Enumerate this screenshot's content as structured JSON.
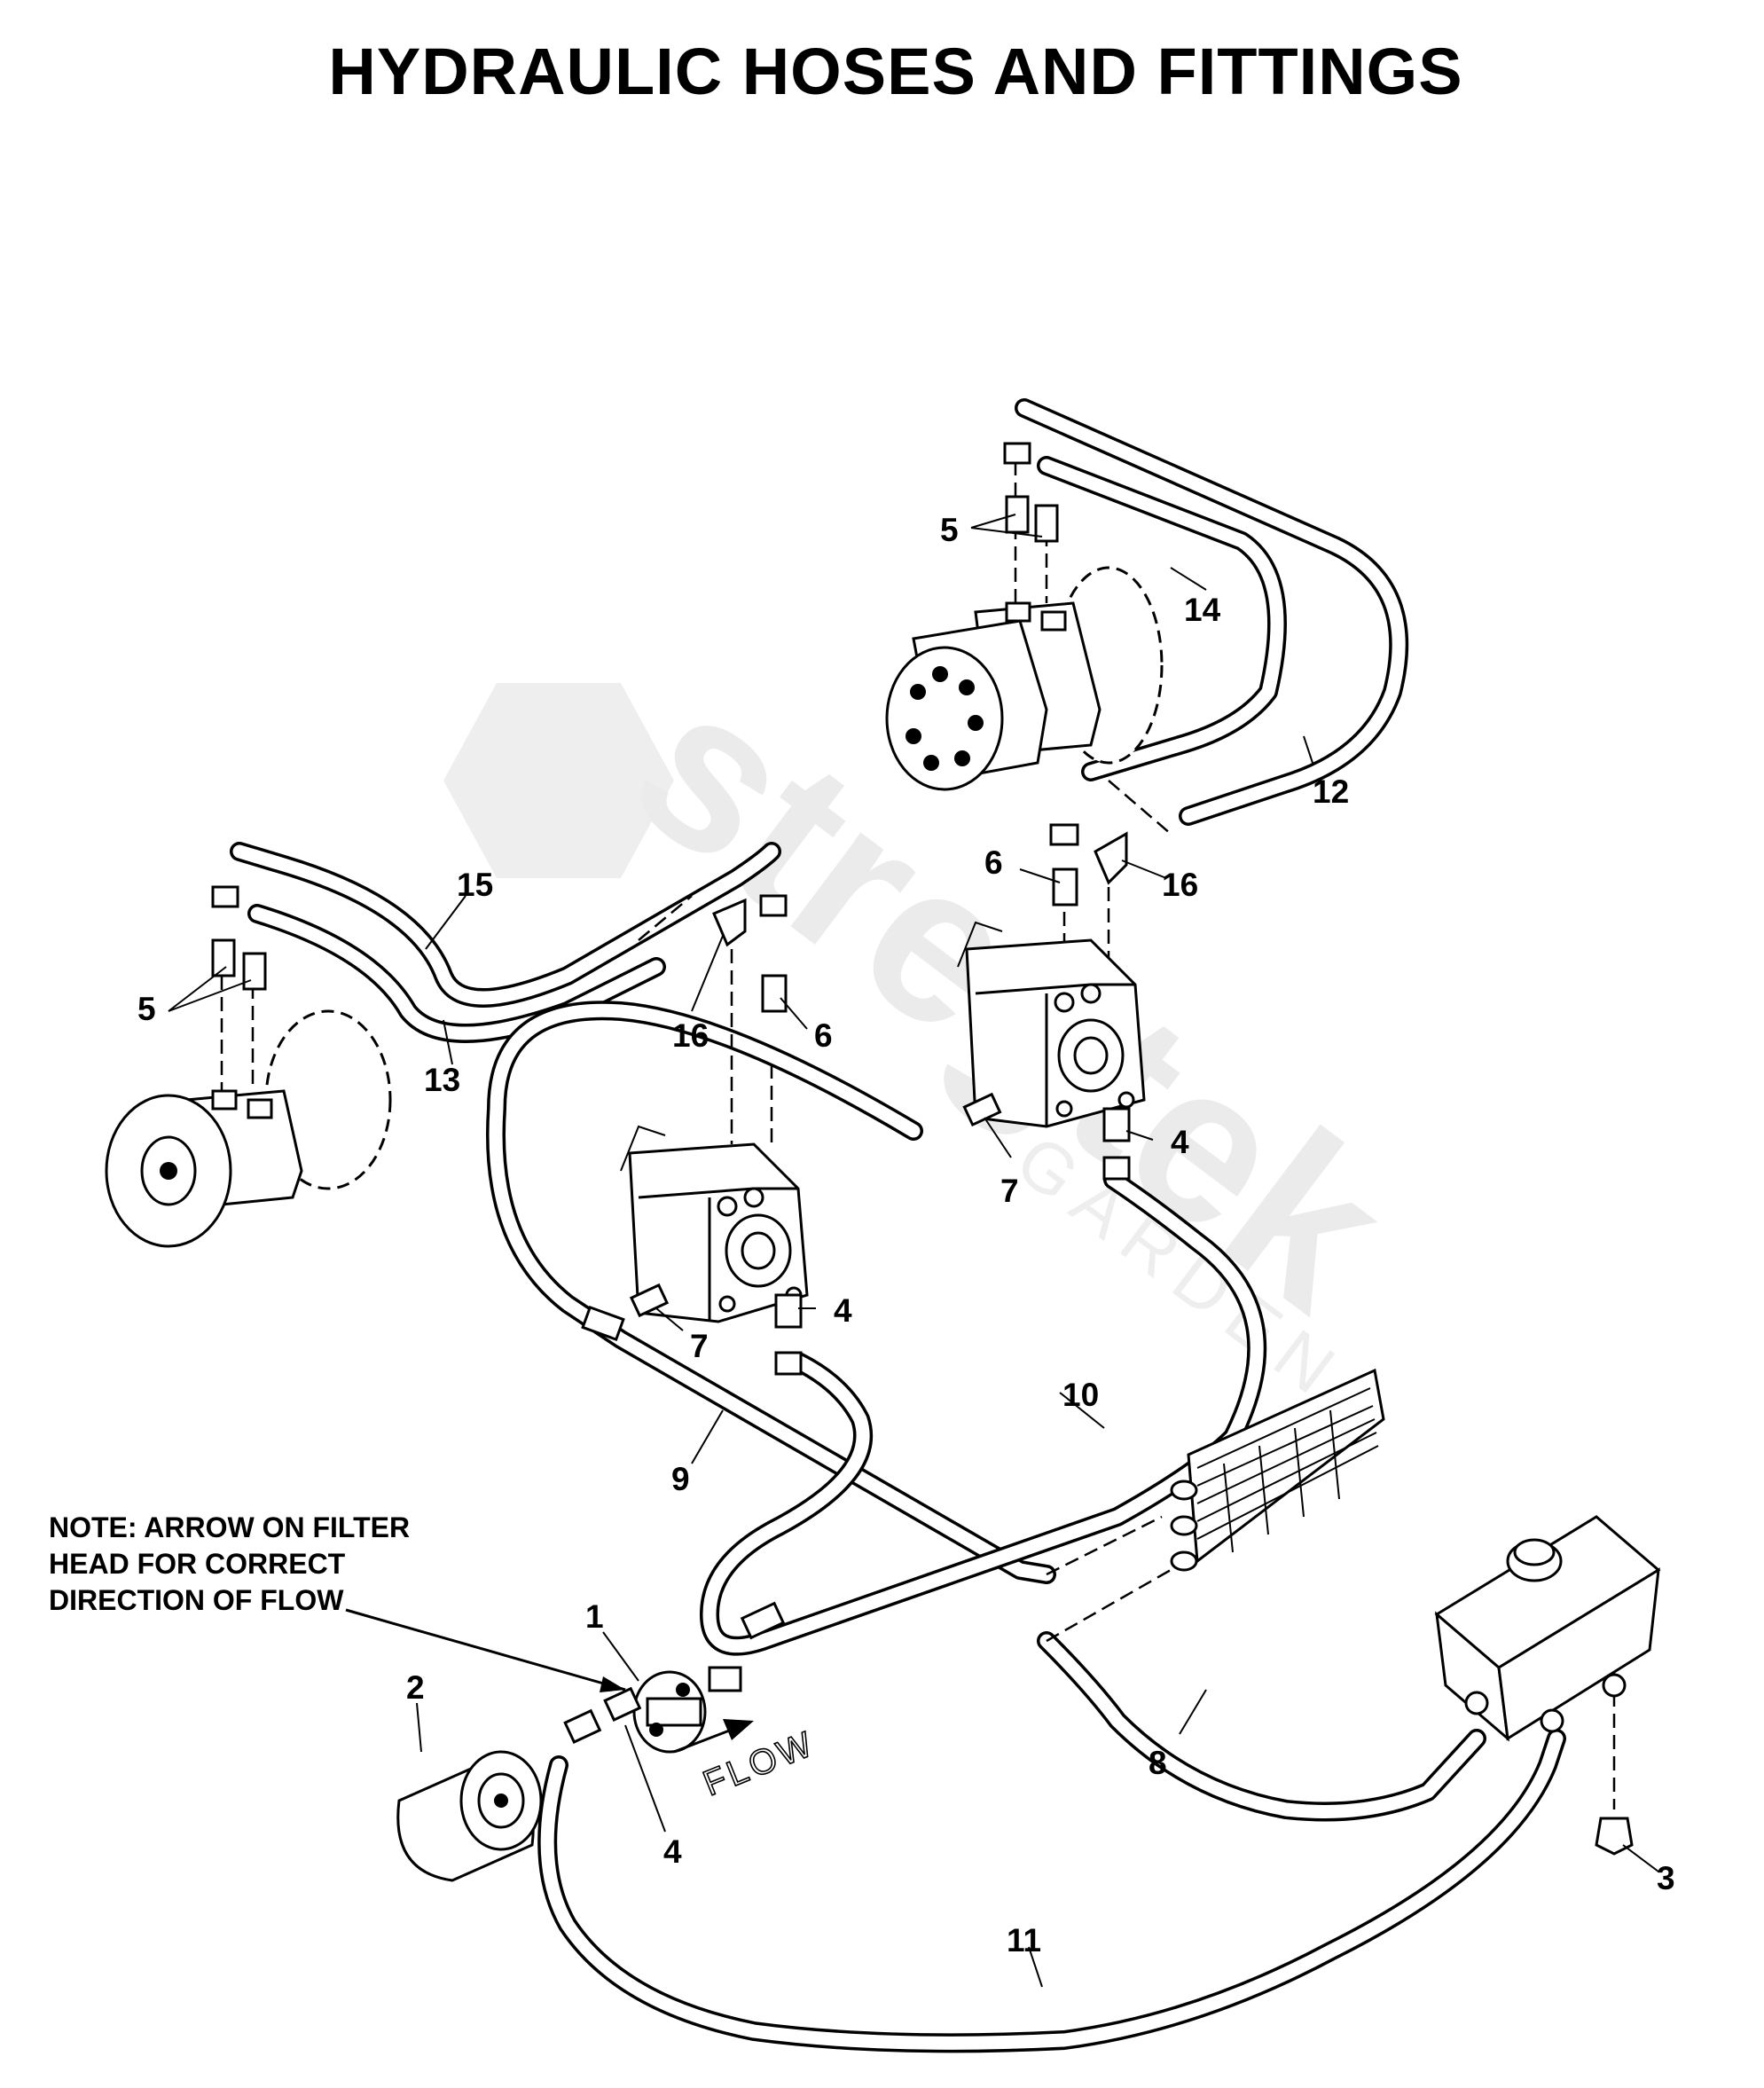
{
  "title": "HYDRAULIC HOSES AND FITTINGS",
  "note": {
    "line1": "NOTE: ARROW ON FILTER",
    "line2": "HEAD FOR CORRECT",
    "line3": "DIRECTION OF FLOW"
  },
  "flow_label": "FLOW",
  "watermark": {
    "brand": "stregtek",
    "sub": "GARDEN"
  },
  "callouts": {
    "c1": "1",
    "c2": "2",
    "c3": "3",
    "c4a": "4",
    "c4b": "4",
    "c4c": "4",
    "c5a": "5",
    "c5b": "5",
    "c6a": "6",
    "c6b": "6",
    "c7a": "7",
    "c7b": "7",
    "c8": "8",
    "c9": "9",
    "c10": "10",
    "c11": "11",
    "c12": "12",
    "c13": "13",
    "c14": "14",
    "c15": "15",
    "c16a": "16",
    "c16b": "16"
  }
}
